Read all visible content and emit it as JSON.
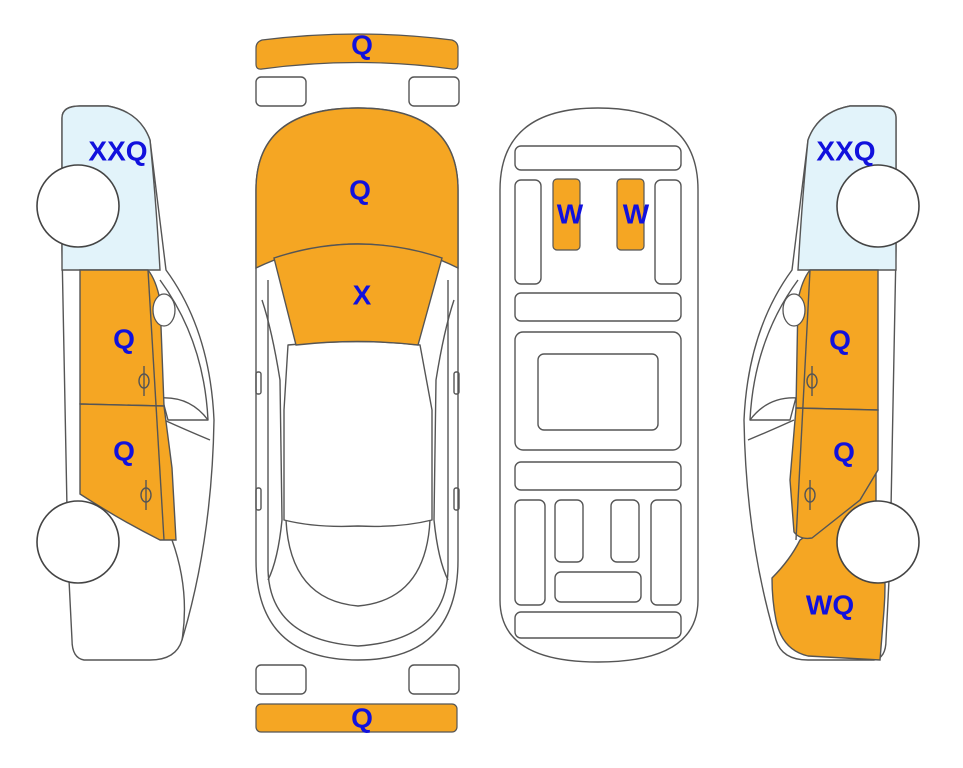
{
  "colors": {
    "damage_fill": "#F5A623",
    "glass_fill": "#E2F3FA",
    "label_color": "#1111DD",
    "outline": "#555555"
  },
  "front_bumper": {
    "label": "Q"
  },
  "top_view": {
    "hood": "Q",
    "windshield": "X"
  },
  "rear_bumper": {
    "label": "Q"
  },
  "underside": {
    "left_pad": "W",
    "right_pad": "W"
  },
  "left_side": {
    "window": "XXQ",
    "front_door": "Q",
    "rear_door": "Q"
  },
  "right_side": {
    "window": "XXQ",
    "front_door": "Q",
    "rear_door": "Q",
    "rear_quarter": "WQ"
  }
}
